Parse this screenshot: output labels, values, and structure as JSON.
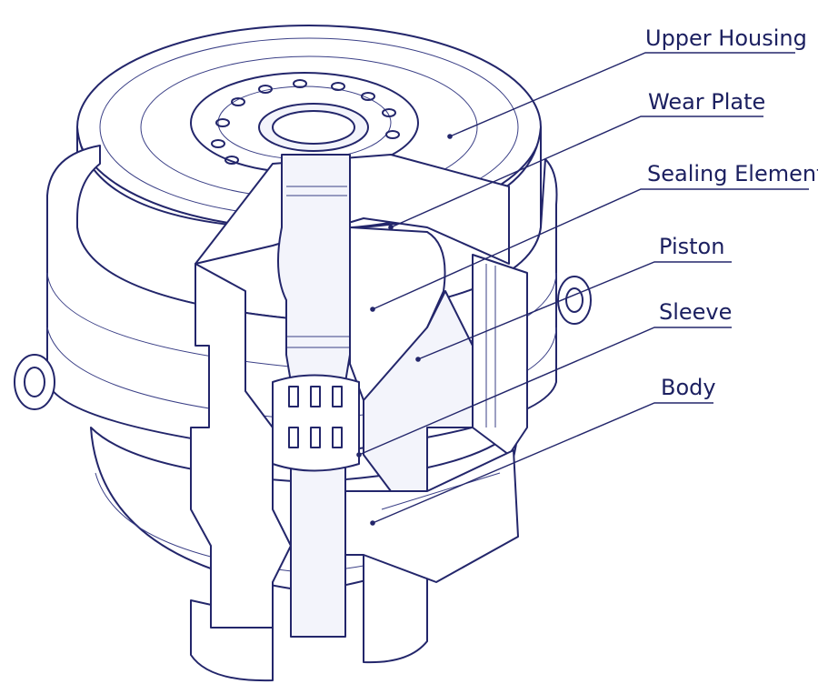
{
  "diagram": {
    "callouts": [
      {
        "id": "upper-housing",
        "label": "Upper Housing"
      },
      {
        "id": "wear-plate",
        "label": "Wear Plate"
      },
      {
        "id": "sealing-element",
        "label": "Sealing Element"
      },
      {
        "id": "piston",
        "label": "Piston"
      },
      {
        "id": "sleeve",
        "label": "Sleeve"
      },
      {
        "id": "body",
        "label": "Body"
      }
    ],
    "colors": {
      "ink": "#23266b",
      "background": "#ffffff"
    }
  }
}
